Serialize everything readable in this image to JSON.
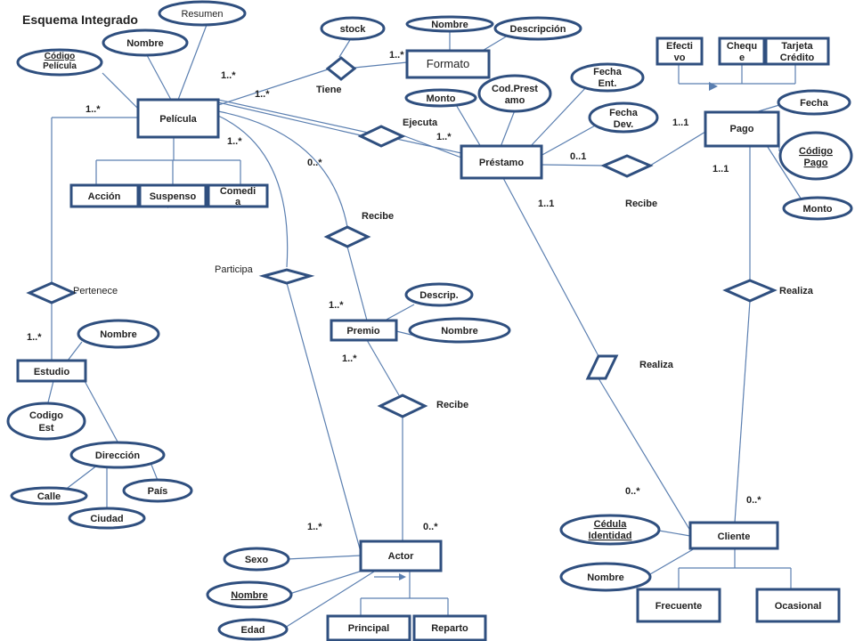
{
  "title": "Esquema Integrado",
  "entities": {
    "pelicula": "Película",
    "formato": "Formato",
    "prestamo": "Préstamo",
    "pago": "Pago",
    "estudio": "Estudio",
    "premio": "Premio",
    "actor": "Actor",
    "cliente": "Cliente",
    "accion": "Acción",
    "suspenso": "Suspenso",
    "comedia": [
      "Comedi",
      "a"
    ],
    "efectivo": [
      "Efecti",
      "vo"
    ],
    "cheque": [
      "Chequ",
      "e"
    ],
    "tarjeta": [
      "Tarjeta",
      "Crédito"
    ],
    "frecuente": "Frecuente",
    "ocasional": "Ocasional",
    "principal": "Principal",
    "reparto": "Reparto"
  },
  "attributes": {
    "resumen": "Resumen",
    "pelicula_nombre": "Nombre",
    "codigo_pelicula": [
      "Código",
      "Película"
    ],
    "stock": "stock",
    "formato_nombre": "Nombre",
    "descripcion": "Descripción",
    "fecha_ent": [
      "Fecha",
      "Ent."
    ],
    "monto_prestamo": "Monto",
    "cod_prestamo": [
      "Cod.Prest",
      "amo"
    ],
    "fecha_dev": [
      "Fecha",
      "Dev."
    ],
    "pago_fecha": "Fecha",
    "codigo_pago": [
      "Código",
      "Pago"
    ],
    "pago_monto": "Monto",
    "estudio_nombre": "Nombre",
    "codigo_est": [
      "Codigo",
      "Est"
    ],
    "direccion": "Dirección",
    "calle": "Calle",
    "pais": "País",
    "ciudad": "Ciudad",
    "premio_descrip": "Descrip.",
    "premio_nombre": "Nombre",
    "sexo": "Sexo",
    "actor_nombre": "Nombre",
    "edad": "Edad",
    "cedula": [
      "Cédula",
      "Identidad"
    ],
    "cliente_nombre": "Nombre"
  },
  "relationships": {
    "tiene": "Tiene",
    "ejecuta": "Ejecuta",
    "recibe_pago": "Recibe",
    "recibe_premio": "Recibe",
    "participa": "Participa",
    "pertenece": "Pertenece",
    "realiza_pago": "Realiza",
    "realiza_prestamo": "Realiza",
    "recibe_actor": "Recibe"
  },
  "cardinalities": {
    "c_pel_tiene": "1..*",
    "c_pel_tiene2": "1..*",
    "c_formato": "1..*",
    "c_codigo": "1..*",
    "c_pel_ejec": "1..*",
    "c_pel_participa": "1..*",
    "c_pel_recibe": "0..*",
    "c_prest_pago": "0..1",
    "c_pago_prest": "1..1",
    "c_prest_down": "1..1",
    "c_pago_down": "1..1",
    "c_estudio": "1..*",
    "c_premio_up": "1..*",
    "c_premio_down": "1..*",
    "c_actor_left": "1..*",
    "c_actor_right": "0..*",
    "c_cliente_left": "0..*",
    "c_cliente_right": "0..*"
  }
}
